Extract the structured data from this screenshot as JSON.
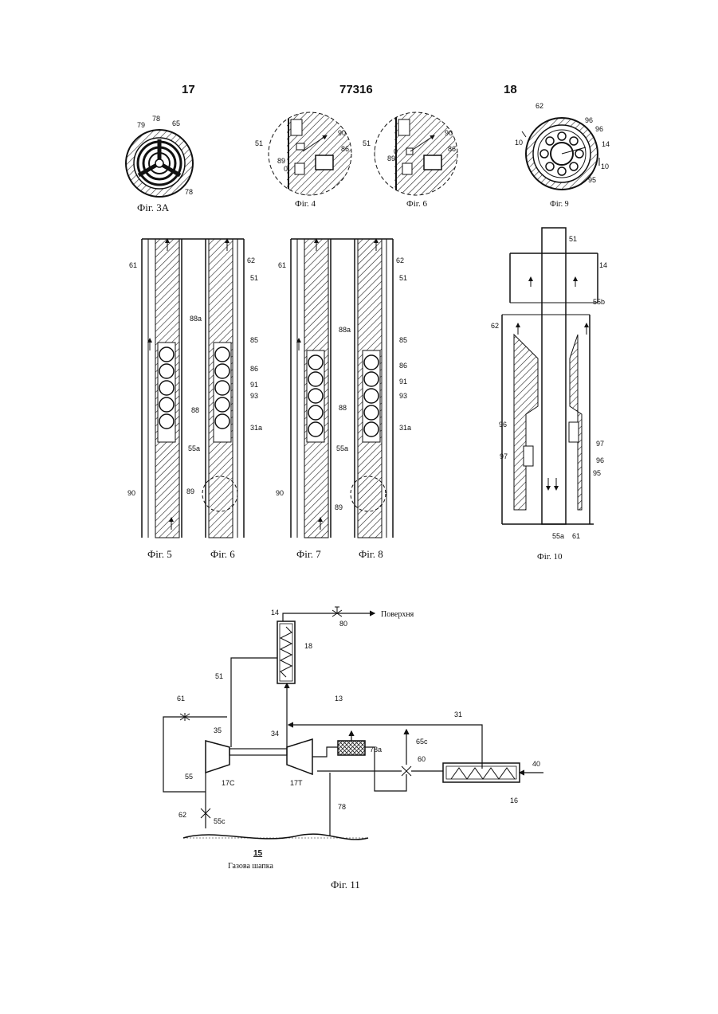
{
  "header": {
    "left_page": "17",
    "patent_number": "77316",
    "right_page": "18"
  },
  "figures": {
    "fig3a": {
      "caption": "Фіг. 3А",
      "labels": [
        "79",
        "78",
        "65",
        "78"
      ]
    },
    "fig4": {
      "caption": "Фіг. 4",
      "labels": [
        "51",
        "90",
        "86",
        "89",
        "0"
      ]
    },
    "fig6_detail": {
      "caption": "Фіг. 6",
      "labels": [
        "51",
        "90",
        "86",
        "0",
        "89"
      ]
    },
    "fig9": {
      "caption": "Фіг. 9",
      "labels": [
        "62",
        "96",
        "96",
        "14",
        "10",
        "10",
        "95"
      ]
    },
    "fig5": {
      "caption": "Фіг. 5"
    },
    "fig6": {
      "caption": "Фіг. 6"
    },
    "fig7": {
      "caption": "Фіг. 7"
    },
    "fig8": {
      "caption": "Фіг. 8"
    },
    "fig5_6_labels": [
      "61",
      "62",
      "51",
      "88a",
      "85",
      "86",
      "91",
      "93",
      "88",
      "31a",
      "55a",
      "90",
      "89"
    ],
    "fig7_8_labels": [
      "61",
      "62",
      "51",
      "88a",
      "85",
      "86",
      "91",
      "93",
      "88",
      "31a",
      "55a",
      "90",
      "89"
    ],
    "fig10": {
      "caption": "Фіг. 10",
      "labels": [
        "51",
        "14",
        "55b",
        "62",
        "96",
        "97",
        "97",
        "96",
        "95",
        "55a",
        "61"
      ]
    },
    "fig11": {
      "caption": "Фіг. 11",
      "surface_label": "Поверхня",
      "gas_cap_number": "15",
      "gas_cap_label": "Газова шапка",
      "labels": {
        "n14": "14",
        "n80": "80",
        "n18": "18",
        "n51": "51",
        "n13": "13",
        "n61": "61",
        "n35": "35",
        "n34": "34",
        "n78a": "78a",
        "n65c": "65c",
        "n31": "31",
        "n55": "55",
        "n17c": "17C",
        "n17t": "17T",
        "n60": "60",
        "n40": "40",
        "n62": "62",
        "n55c": "55c",
        "n78": "78",
        "n16": "16"
      }
    }
  }
}
